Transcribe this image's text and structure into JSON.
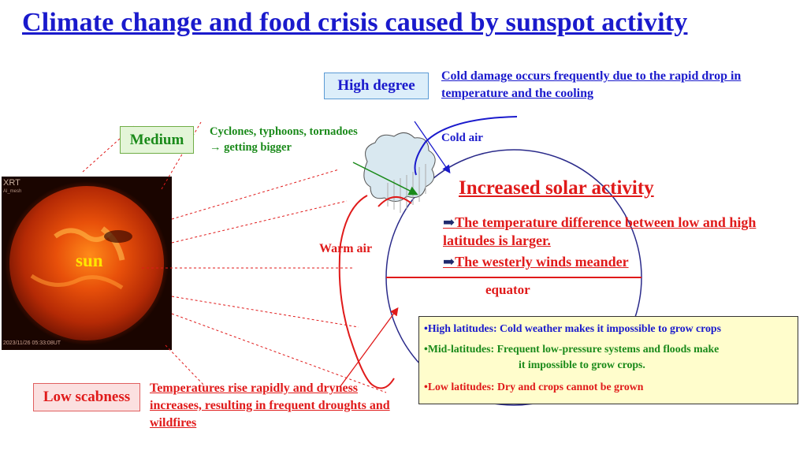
{
  "title": "Climate change and food crisis caused by sunspot activity",
  "labels": {
    "high_degree": "High degree",
    "medium": "Medium",
    "low_scabness": "Low scabness"
  },
  "annotations": {
    "cold_damage": "Cold damage occurs frequently due to the rapid drop in temperature and the cooling",
    "cyclones_line1": "Cyclones, typhoons, tornadoes",
    "cyclones_line2": "→ getting bigger",
    "cold_air": "Cold air",
    "warm_air": "Warm air",
    "temps_rise": "Temperatures rise rapidly and dryness increases, resulting in frequent droughts and wildfires"
  },
  "sun": {
    "label": "sun",
    "instrument": "XRT",
    "instrument_sub": "Al_mesh",
    "timestamp": "2023/11/26 05:33:08UT"
  },
  "earth": {
    "solar_title": "Increased solar activity",
    "arrow_symbol": "➡",
    "temp_diff": "The temperature difference between low and high latitudes is larger.",
    "westerly": "The westerly winds meander",
    "equator": "equator"
  },
  "info_box": {
    "high": "•High latitudes: Cold weather makes it impossible to grow crops",
    "mid_line1": "•Mid-latitudes: Frequent low-pressure systems and floods make",
    "mid_line2": "it impossible to grow crops.",
    "low": "•Low latitudes: Dry and crops cannot be grown"
  },
  "colors": {
    "title_blue": "#1a1acc",
    "red": "#e01a1a",
    "green": "#1a8a1a",
    "info_bg": "#fffdcc",
    "earth_outline": "#2a2a8a"
  }
}
